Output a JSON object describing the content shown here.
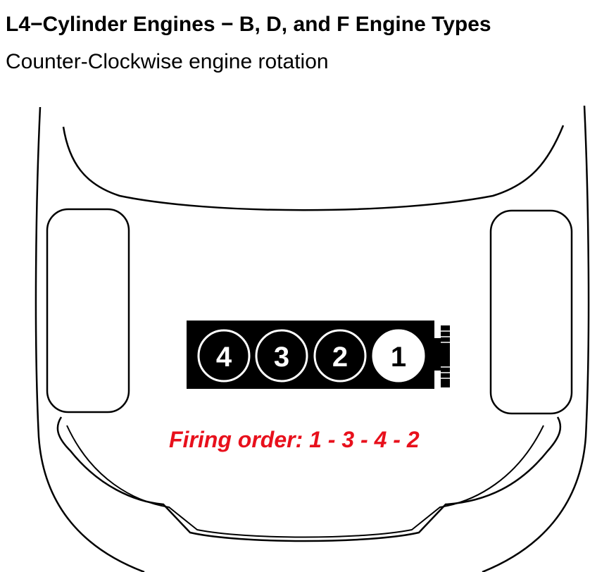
{
  "header": {
    "title": "L4−Cylinder Engines − B, D, and F Engine Types",
    "subtitle": "Counter-Clockwise engine rotation"
  },
  "engine": {
    "block_color": "#000000",
    "cylinders": [
      {
        "label": "4",
        "highlighted": false
      },
      {
        "label": "3",
        "highlighted": false
      },
      {
        "label": "2",
        "highlighted": false
      },
      {
        "label": "1",
        "highlighted": true
      }
    ]
  },
  "firing_order": {
    "text": "Firing order: 1 - 3 - 4 - 2",
    "color": "#e8101c"
  },
  "colors": {
    "outline": "#000000",
    "background": "#ffffff",
    "accent": "#e8101c"
  }
}
